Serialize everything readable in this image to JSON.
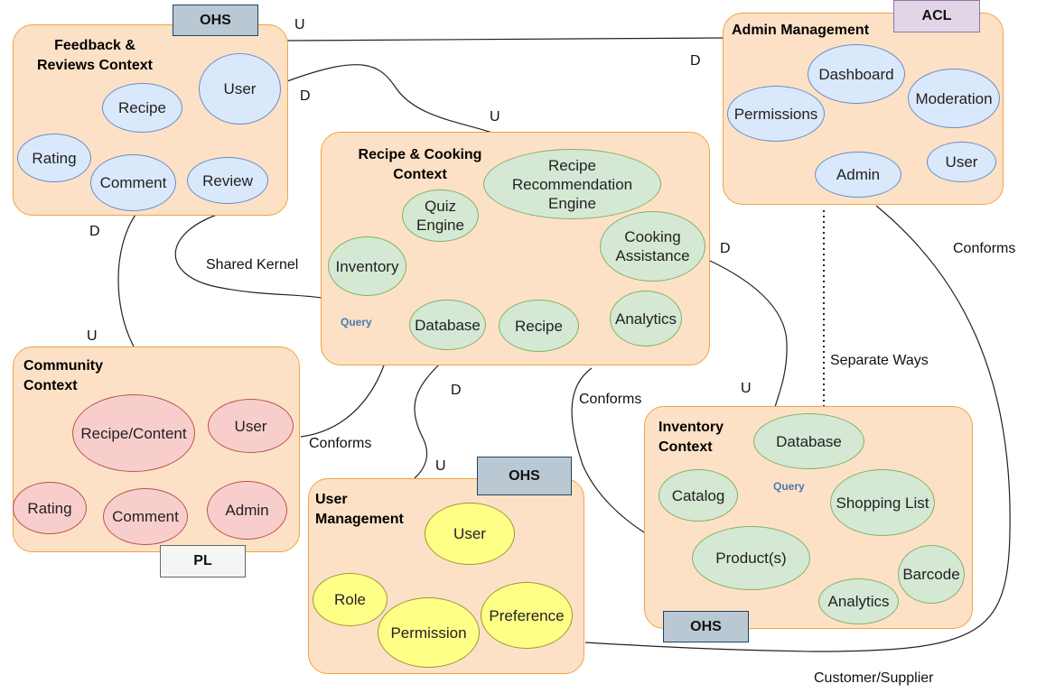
{
  "contexts": {
    "feedback": {
      "title": "Feedback &\nReviews Context",
      "nodes": {
        "recipe": "Recipe",
        "user": "User",
        "rating": "Rating",
        "comment": "Comment",
        "review": "Review"
      }
    },
    "admin": {
      "title": "Admin Management",
      "nodes": {
        "dashboard": "Dashboard",
        "permissions": "Permissions",
        "moderation": "Moderation",
        "admin": "Admin",
        "user": "User"
      }
    },
    "recipe_cooking": {
      "title": "Recipe & Cooking\nContext",
      "nodes": {
        "quiz": "Quiz\nEngine",
        "recommendation": "Recipe\nRecommendation\nEngine",
        "inventory": "Inventory",
        "cooking": "Cooking\nAssistance",
        "database": "Database",
        "recipe": "Recipe",
        "analytics": "Analytics"
      },
      "query": "Query"
    },
    "community": {
      "title": "Community\nContext",
      "nodes": {
        "content": "Recipe/Content",
        "user": "User",
        "rating": "Rating",
        "comment": "Comment",
        "admin": "Admin"
      }
    },
    "user_mgmt": {
      "title": "User\nManagement",
      "nodes": {
        "user": "User",
        "role": "Role",
        "permission": "Permission",
        "preference": "Preference"
      }
    },
    "inventory": {
      "title": "Inventory\nContext",
      "nodes": {
        "database": "Database",
        "catalog": "Catalog",
        "shopping": "Shopping List",
        "products": "Product(s)",
        "barcode": "Barcode",
        "analytics": "Analytics"
      },
      "query": "Query"
    }
  },
  "badges": {
    "ohs": "OHS",
    "acl": "ACL",
    "pl": "PL"
  },
  "relations": {
    "u": "U",
    "d": "D",
    "conforms": "Conforms",
    "shared_kernel": "Shared Kernel",
    "separate_ways": "Separate Ways",
    "customer_supplier": "Customer/Supplier"
  },
  "colors": {
    "context_fill": "#fde1c6",
    "context_border": "#f0a243",
    "blue_node": "#dae8fc",
    "green_node": "#d5e8d4",
    "pink_node": "#f8cecc",
    "yellow_node": "#ffff88",
    "ohs_badge": "#bac8d3",
    "acl_badge": "#e1d5e7",
    "pl_badge": "#f5f5f5",
    "query_text": "#4a78b5"
  }
}
